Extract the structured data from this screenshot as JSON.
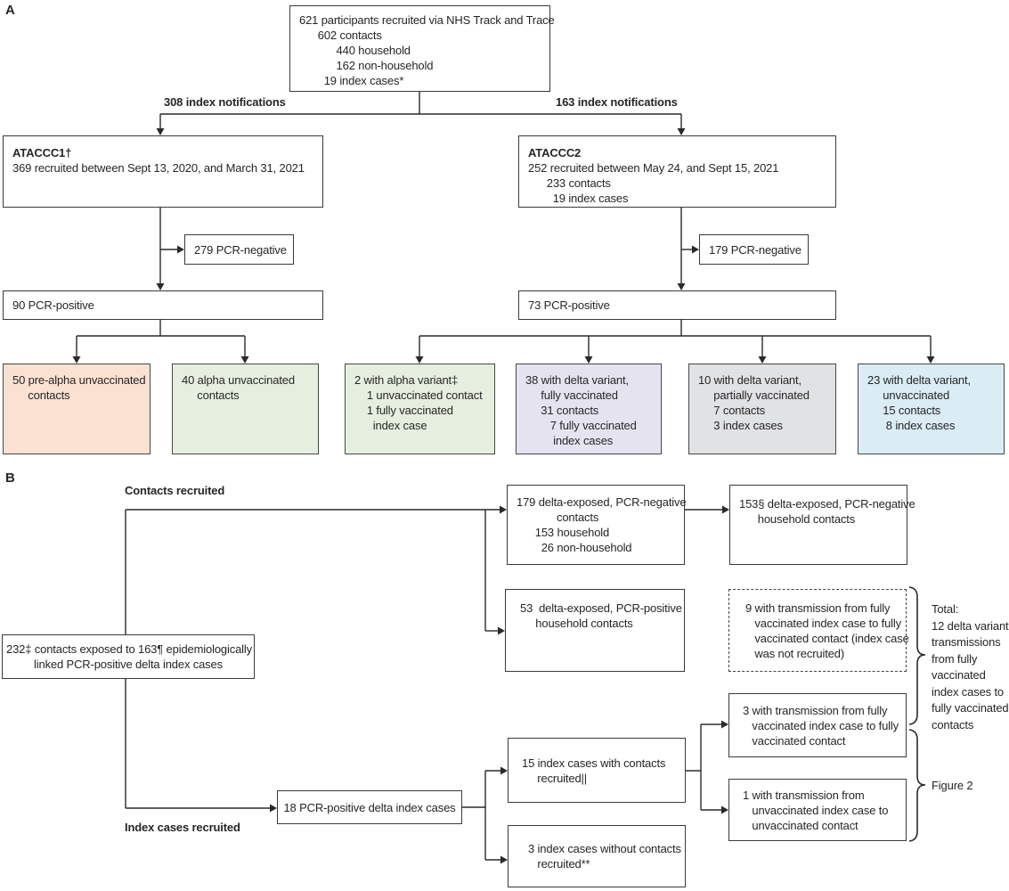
{
  "panel_a": {
    "label": "A",
    "top_box": {
      "lines": [
        "621 participants recruited via NHS Track and Trace",
        "      602 contacts",
        "            440 household",
        "            162 non-household",
        "        19 index cases*"
      ]
    },
    "left_branch_label": "308 index notifications",
    "right_branch_label": "163 index notifications",
    "ataccc1": {
      "title": "ATACCC1†",
      "lines": [
        "369 recruited between Sept 13, 2020, and March 31, 2021"
      ]
    },
    "ataccc2": {
      "title": "ATACCC2",
      "lines": [
        "252 recruited between May 24, and Sept 15, 2021",
        "      233 contacts",
        "        19 index cases"
      ]
    },
    "pcr_negative_left": "279 PCR-negative",
    "pcr_positive_left": "90 PCR-positive",
    "pcr_negative_right": "179 PCR-negative",
    "pcr_positive_right": "73 PCR-positive",
    "outcome_boxes": [
      {
        "fill": "#fbe1d2",
        "lines": [
          "50 pre-alpha unvaccinated",
          "     contacts"
        ]
      },
      {
        "fill": "#e6efdf",
        "lines": [
          "40 alpha unvaccinated",
          "     contacts"
        ]
      },
      {
        "fill": "#e6efdf",
        "lines": [
          "2 with alpha variant‡",
          "    1 unvaccinated contact",
          "    1 fully vaccinated",
          "      index case"
        ]
      },
      {
        "fill": "#e6e3f1",
        "lines": [
          "38 with delta variant,",
          "     fully vaccinated",
          "     31 contacts",
          "        7 fully vaccinated",
          "         index cases"
        ]
      },
      {
        "fill": "#e1e2e4",
        "lines": [
          "10 with delta variant,",
          "     partially vaccinated",
          "     7 contacts",
          "     3 index cases"
        ]
      },
      {
        "fill": "#daecf4",
        "lines": [
          "23 with delta variant,",
          "     unvaccinated",
          "     15 contacts",
          "      8 index cases"
        ]
      }
    ]
  },
  "panel_b": {
    "label": "B",
    "contacts_recruited_label": "Contacts recruited",
    "index_cases_recruited_label": "Index cases recruited",
    "exposed_box": {
      "lines": [
        "232‡ contacts exposed to 163¶ epidemiologically",
        "linked PCR-positive delta index cases"
      ]
    },
    "pcr_negative_contacts_box": {
      "lines": [
        "179 delta-exposed, PCR-negative",
        "             contacts",
        "      153 household",
        "        26 non-household"
      ]
    },
    "household_negative_box": {
      "lines": [
        "153§ delta-exposed, PCR-negative",
        "      household contacts"
      ]
    },
    "pcr_positive_household_box": {
      "lines": [
        "53  delta-exposed, PCR-positive",
        "     household contacts"
      ]
    },
    "dashed_box": {
      "lines": [
        "9 with transmission from fully",
        "   vaccinated index case to fully",
        "   vaccinated contact (index case",
        "   was not recruited)"
      ]
    },
    "index_cases_box": "18 PCR-positive delta index cases",
    "with_contacts_box": {
      "lines": [
        "15 index cases with contacts",
        "     recruited||"
      ]
    },
    "without_contacts_box": {
      "lines": [
        "3 index cases without contacts",
        "   recruited**"
      ]
    },
    "fully_vaccinated_transmission_box": {
      "lines": [
        "3 with transmission from fully",
        "   vaccinated index case to fully",
        "   vaccinated contact"
      ]
    },
    "unvaccinated_transmission_box": {
      "lines": [
        "1 with transmission from",
        "   unvaccinated index case to",
        "   unvaccinated contact"
      ]
    },
    "total_note": {
      "lines": [
        "Total:",
        "12 delta variant",
        "transmissions",
        "from fully",
        "vaccinated",
        "index cases to",
        "fully vaccinated",
        "contacts"
      ]
    },
    "figure2_label": "Figure 2"
  },
  "colors": {
    "line": "#2a2a2a",
    "text": "#262626",
    "border": "#3a3a3a"
  }
}
